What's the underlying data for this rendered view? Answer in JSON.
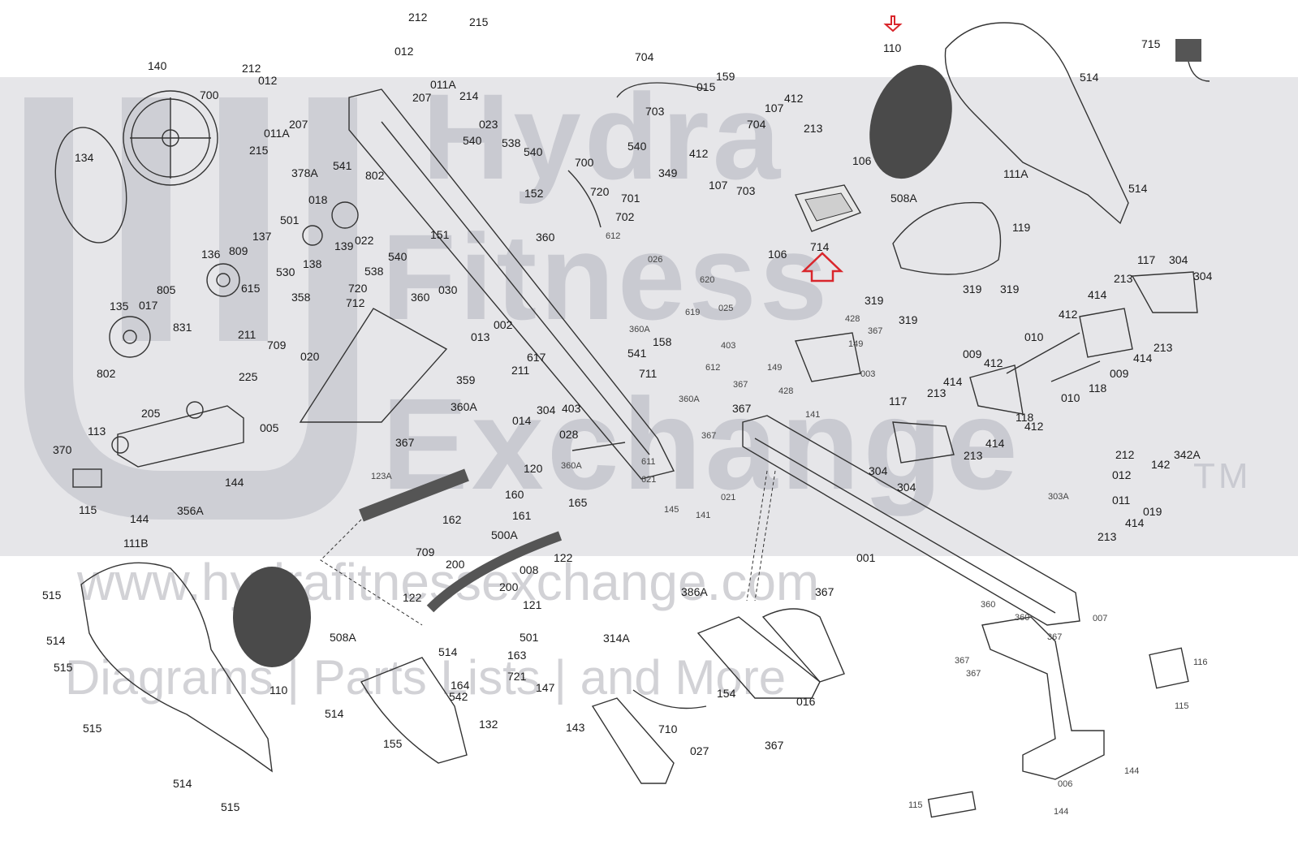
{
  "watermark": {
    "brand_line1": "Hydra",
    "brand_line2": "Fitness",
    "brand_line3": "Exchange",
    "trademark": "TM",
    "url": "www.hydrafitnessexchange.com",
    "tagline": "Diagrams | Parts Lists | and More"
  },
  "highlight_color": "#d9262c",
  "highlighted_parts": [
    "110",
    "714"
  ],
  "part_labels": [
    {
      "id": "p212a",
      "text": "212"
    },
    {
      "id": "p215a",
      "text": "215"
    },
    {
      "id": "p012a",
      "text": "012"
    },
    {
      "id": "p011Aa",
      "text": "011A"
    },
    {
      "id": "p207a",
      "text": "207"
    },
    {
      "id": "p214",
      "text": "214"
    },
    {
      "id": "p140",
      "text": "140"
    },
    {
      "id": "p700a",
      "text": "700"
    },
    {
      "id": "p212b",
      "text": "212"
    },
    {
      "id": "p012b",
      "text": "012"
    },
    {
      "id": "p011Ab",
      "text": "011A"
    },
    {
      "id": "p207b",
      "text": "207"
    },
    {
      "id": "p215b",
      "text": "215"
    },
    {
      "id": "p134",
      "text": "134"
    },
    {
      "id": "p704a",
      "text": "704"
    },
    {
      "id": "p703a",
      "text": "703"
    },
    {
      "id": "p015",
      "text": "015"
    },
    {
      "id": "p159",
      "text": "159"
    },
    {
      "id": "p412a",
      "text": "412"
    },
    {
      "id": "p107a",
      "text": "107"
    },
    {
      "id": "p213a",
      "text": "213"
    },
    {
      "id": "p704b",
      "text": "704"
    },
    {
      "id": "p110top",
      "text": "110"
    },
    {
      "id": "p715",
      "text": "715"
    },
    {
      "id": "p514a",
      "text": "514"
    },
    {
      "id": "p111A",
      "text": "111A"
    },
    {
      "id": "p514b",
      "text": "514"
    },
    {
      "id": "p023",
      "text": "023"
    },
    {
      "id": "p540a",
      "text": "540"
    },
    {
      "id": "p538a",
      "text": "538"
    },
    {
      "id": "p540b",
      "text": "540"
    },
    {
      "id": "p540c",
      "text": "540"
    },
    {
      "id": "p152",
      "text": "152"
    },
    {
      "id": "p378A",
      "text": "378A"
    },
    {
      "id": "p541a",
      "text": "541"
    },
    {
      "id": "p802a",
      "text": "802"
    },
    {
      "id": "p018",
      "text": "018"
    },
    {
      "id": "p700b",
      "text": "700"
    },
    {
      "id": "p720a",
      "text": "720"
    },
    {
      "id": "p701",
      "text": "701"
    },
    {
      "id": "p702",
      "text": "702"
    },
    {
      "id": "p349",
      "text": "349"
    },
    {
      "id": "p412b",
      "text": "412"
    },
    {
      "id": "p107b",
      "text": "107"
    },
    {
      "id": "p703b",
      "text": "703"
    },
    {
      "id": "p106a",
      "text": "106"
    },
    {
      "id": "p508Aa",
      "text": "508A"
    },
    {
      "id": "p714",
      "text": "714"
    },
    {
      "id": "p106b",
      "text": "106"
    },
    {
      "id": "p119",
      "text": "119"
    },
    {
      "id": "p501a",
      "text": "501"
    },
    {
      "id": "p137",
      "text": "137"
    },
    {
      "id": "p139",
      "text": "139"
    },
    {
      "id": "p022",
      "text": "022"
    },
    {
      "id": "p151",
      "text": "151"
    },
    {
      "id": "p360a",
      "text": "360"
    },
    {
      "id": "p612a",
      "text": "612"
    },
    {
      "id": "p026",
      "text": "026"
    },
    {
      "id": "p530",
      "text": "530"
    },
    {
      "id": "p138",
      "text": "138"
    },
    {
      "id": "p136",
      "text": "136"
    },
    {
      "id": "p809",
      "text": "809"
    },
    {
      "id": "p615",
      "text": "615"
    },
    {
      "id": "p540d",
      "text": "540"
    },
    {
      "id": "p538b",
      "text": "538"
    },
    {
      "id": "p030",
      "text": "030"
    },
    {
      "id": "p620",
      "text": "620"
    },
    {
      "id": "p117a",
      "text": "117"
    },
    {
      "id": "p304a",
      "text": "304"
    },
    {
      "id": "p304b",
      "text": "304"
    },
    {
      "id": "p213b",
      "text": "213"
    },
    {
      "id": "p319a",
      "text": "319"
    },
    {
      "id": "p319b",
      "text": "319"
    },
    {
      "id": "p319c",
      "text": "319"
    },
    {
      "id": "p720b",
      "text": "720"
    },
    {
      "id": "p712",
      "text": "712"
    },
    {
      "id": "p360b",
      "text": "360"
    },
    {
      "id": "p358",
      "text": "358"
    },
    {
      "id": "p805",
      "text": "805"
    },
    {
      "id": "p135",
      "text": "135"
    },
    {
      "id": "p017",
      "text": "017"
    },
    {
      "id": "p831",
      "text": "831"
    },
    {
      "id": "p211a",
      "text": "211"
    },
    {
      "id": "p709a",
      "text": "709"
    },
    {
      "id": "p002",
      "text": "002"
    },
    {
      "id": "p619",
      "text": "619"
    },
    {
      "id": "p025",
      "text": "025"
    },
    {
      "id": "p414a",
      "text": "414"
    },
    {
      "id": "p428a",
      "text": "428"
    },
    {
      "id": "p367a",
      "text": "367"
    },
    {
      "id": "p319d",
      "text": "319"
    },
    {
      "id": "p412c",
      "text": "412"
    },
    {
      "id": "p360Aa",
      "text": "360A"
    },
    {
      "id": "p158",
      "text": "158"
    },
    {
      "id": "p013",
      "text": "013"
    },
    {
      "id": "p403a",
      "text": "403"
    },
    {
      "id": "p149a",
      "text": "149"
    },
    {
      "id": "p010a",
      "text": "010"
    },
    {
      "id": "p213c",
      "text": "213"
    },
    {
      "id": "p414b",
      "text": "414"
    },
    {
      "id": "p802b",
      "text": "802"
    },
    {
      "id": "p020",
      "text": "020"
    },
    {
      "id": "p617",
      "text": "617"
    },
    {
      "id": "p541b",
      "text": "541"
    },
    {
      "id": "p009a",
      "text": "009"
    },
    {
      "id": "p412d",
      "text": "412"
    },
    {
      "id": "p009b",
      "text": "009"
    },
    {
      "id": "p225",
      "text": "225"
    },
    {
      "id": "p359",
      "text": "359"
    },
    {
      "id": "p211b",
      "text": "211"
    },
    {
      "id": "p711",
      "text": "711"
    },
    {
      "id": "p612b",
      "text": "612"
    },
    {
      "id": "p149b",
      "text": "149"
    },
    {
      "id": "p003",
      "text": "003"
    },
    {
      "id": "p414c",
      "text": "414"
    },
    {
      "id": "p118a",
      "text": "118"
    },
    {
      "id": "p367b",
      "text": "367"
    },
    {
      "id": "p428b",
      "text": "428"
    },
    {
      "id": "p213d",
      "text": "213"
    },
    {
      "id": "p010b",
      "text": "010"
    },
    {
      "id": "p360Ab",
      "text": "360A"
    },
    {
      "id": "p304c",
      "text": "304"
    },
    {
      "id": "p403b",
      "text": "403"
    },
    {
      "id": "p014",
      "text": "014"
    },
    {
      "id": "p360Ac",
      "text": "360A"
    },
    {
      "id": "p117b",
      "text": "117"
    },
    {
      "id": "p118b",
      "text": "118"
    },
    {
      "id": "p412e",
      "text": "412"
    },
    {
      "id": "p205",
      "text": "205"
    },
    {
      "id": "p005",
      "text": "005"
    },
    {
      "id": "p367c",
      "text": "367"
    },
    {
      "id": "p141a",
      "text": "141"
    },
    {
      "id": "p113",
      "text": "113"
    },
    {
      "id": "p367d",
      "text": "367"
    },
    {
      "id": "p414d",
      "text": "414"
    },
    {
      "id": "p213e",
      "text": "213"
    },
    {
      "id": "p367e",
      "text": "367"
    },
    {
      "id": "p028",
      "text": "028"
    },
    {
      "id": "p370",
      "text": "370"
    },
    {
      "id": "p304d",
      "text": "304"
    },
    {
      "id": "p304e",
      "text": "304"
    },
    {
      "id": "p212c",
      "text": "212"
    },
    {
      "id": "p342A",
      "text": "342A"
    },
    {
      "id": "p120",
      "text": "120"
    },
    {
      "id": "p360Ad",
      "text": "360A"
    },
    {
      "id": "p611",
      "text": "611"
    },
    {
      "id": "p144a",
      "text": "144"
    },
    {
      "id": "p123A",
      "text": "123A"
    },
    {
      "id": "p012c",
      "text": "012"
    },
    {
      "id": "p142",
      "text": "142"
    },
    {
      "id": "p621",
      "text": "621"
    },
    {
      "id": "p115a",
      "text": "115"
    },
    {
      "id": "p144b",
      "text": "144"
    },
    {
      "id": "p356A",
      "text": "356A"
    },
    {
      "id": "p160",
      "text": "160"
    },
    {
      "id": "p165",
      "text": "165"
    },
    {
      "id": "p145",
      "text": "145"
    },
    {
      "id": "p141b",
      "text": "141"
    },
    {
      "id": "p021",
      "text": "021"
    },
    {
      "id": "p303A",
      "text": "303A"
    },
    {
      "id": "p011",
      "text": "011"
    },
    {
      "id": "p019",
      "text": "019"
    },
    {
      "id": "p414e",
      "text": "414"
    },
    {
      "id": "p213f",
      "text": "213"
    },
    {
      "id": "p162",
      "text": "162"
    },
    {
      "id": "p161",
      "text": "161"
    },
    {
      "id": "p500A",
      "text": "500A"
    },
    {
      "id": "p111B",
      "text": "111B"
    },
    {
      "id": "p709b",
      "text": "709"
    },
    {
      "id": "p122a",
      "text": "122"
    },
    {
      "id": "p200a",
      "text": "200"
    },
    {
      "id": "p008",
      "text": "008"
    },
    {
      "id": "p001",
      "text": "001"
    },
    {
      "id": "p200b",
      "text": "200"
    },
    {
      "id": "p386A",
      "text": "386A"
    },
    {
      "id": "p367f",
      "text": "367"
    },
    {
      "id": "p515a",
      "text": "515"
    },
    {
      "id": "p122b",
      "text": "122"
    },
    {
      "id": "p121",
      "text": "121"
    },
    {
      "id": "p360c",
      "text": "360"
    },
    {
      "id": "p514c",
      "text": "514"
    },
    {
      "id": "p508Ab",
      "text": "508A"
    },
    {
      "id": "p501b",
      "text": "501"
    },
    {
      "id": "p360d",
      "text": "360"
    },
    {
      "id": "p007",
      "text": "007"
    },
    {
      "id": "p314A",
      "text": "314A"
    },
    {
      "id": "p367g",
      "text": "367"
    },
    {
      "id": "p515b",
      "text": "515"
    },
    {
      "id": "p514d",
      "text": "514"
    },
    {
      "id": "p163",
      "text": "163"
    },
    {
      "id": "p367h",
      "text": "367"
    },
    {
      "id": "p367i",
      "text": "367"
    },
    {
      "id": "p116",
      "text": "116"
    },
    {
      "id": "p110b",
      "text": "110"
    },
    {
      "id": "p721",
      "text": "721"
    },
    {
      "id": "p164",
      "text": "164"
    },
    {
      "id": "p542",
      "text": "542"
    },
    {
      "id": "p147",
      "text": "147"
    },
    {
      "id": "p154",
      "text": "154"
    },
    {
      "id": "p016",
      "text": "016"
    },
    {
      "id": "p514e",
      "text": "514"
    },
    {
      "id": "p115b",
      "text": "115"
    },
    {
      "id": "p515c",
      "text": "515"
    },
    {
      "id": "p132",
      "text": "132"
    },
    {
      "id": "p143",
      "text": "143"
    },
    {
      "id": "p710",
      "text": "710"
    },
    {
      "id": "p155",
      "text": "155"
    },
    {
      "id": "p027",
      "text": "027"
    },
    {
      "id": "p367j",
      "text": "367"
    },
    {
      "id": "p514f",
      "text": "514"
    },
    {
      "id": "p144c",
      "text": "144"
    },
    {
      "id": "p006",
      "text": "006"
    },
    {
      "id": "p515d",
      "text": "515"
    },
    {
      "id": "p115c",
      "text": "115"
    },
    {
      "id": "p144d",
      "text": "144"
    }
  ]
}
